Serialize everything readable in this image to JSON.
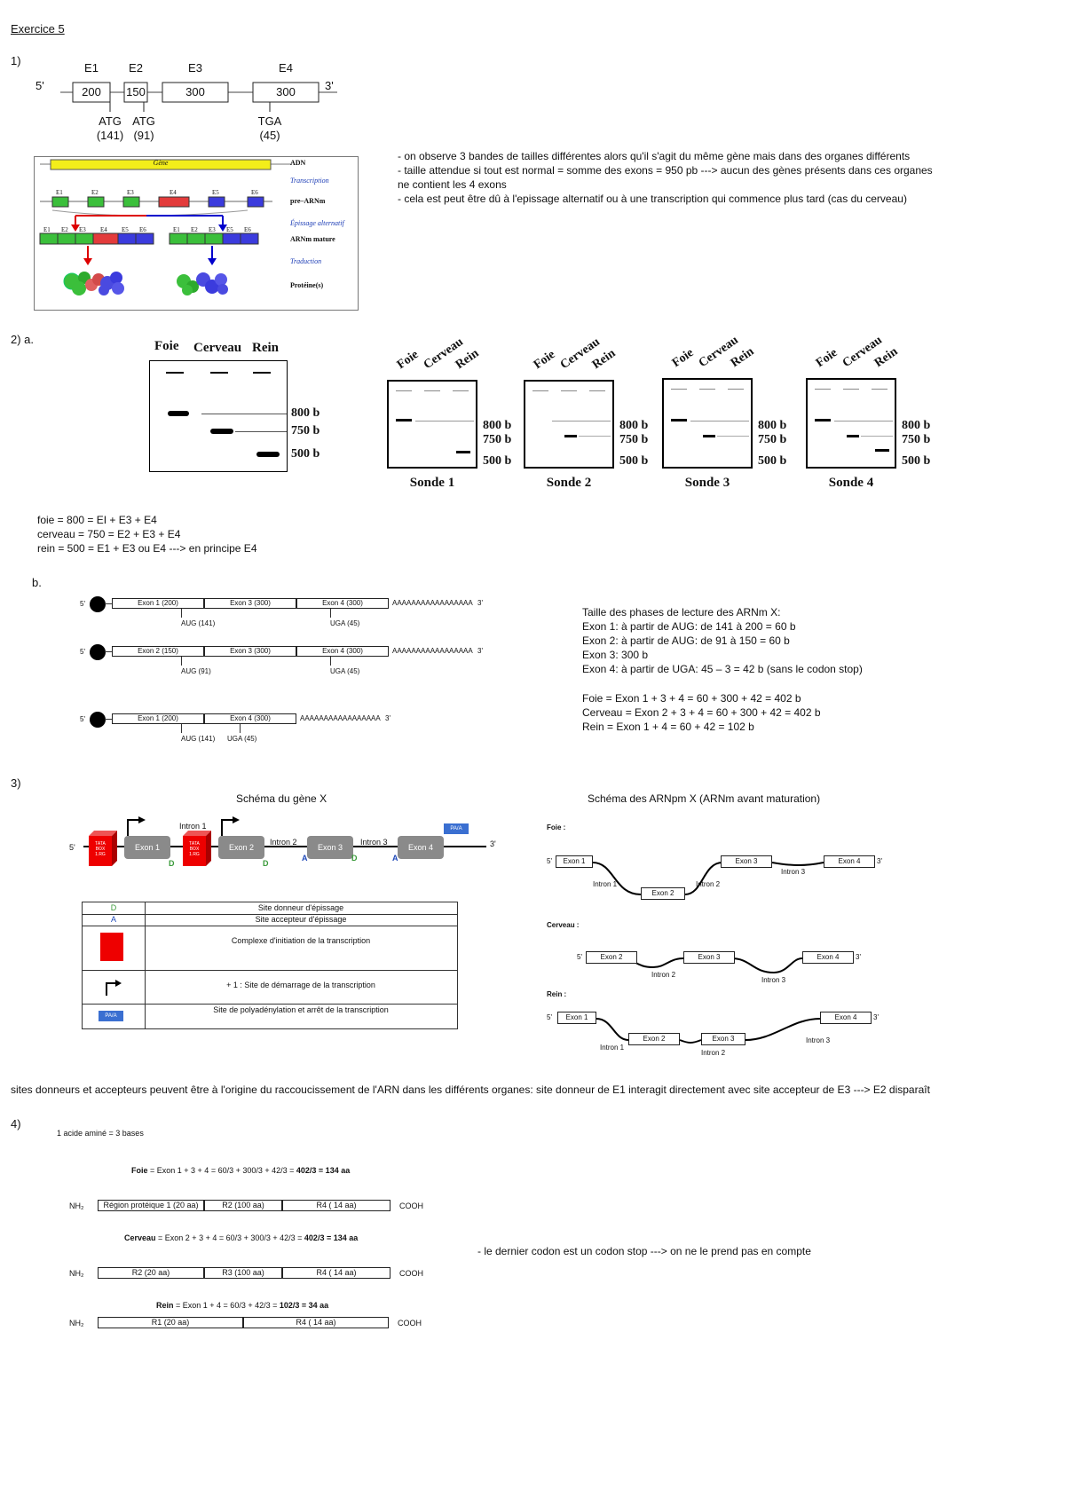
{
  "title": "Exercice 5",
  "q1": {
    "label": "1)",
    "five": "5'",
    "three": "3'",
    "exons": [
      {
        "name": "E1",
        "size": "200"
      },
      {
        "name": "E2",
        "size": "150"
      },
      {
        "name": "E3",
        "size": "300"
      },
      {
        "name": "E4",
        "size": "300"
      }
    ],
    "codons": [
      {
        "name": "ATG",
        "pos": "(141)"
      },
      {
        "name": "ATG",
        "pos": "(91)"
      },
      {
        "name": "TGA",
        "pos": "(45)"
      }
    ],
    "figure": {
      "gene": "Gène",
      "adn": "ADN",
      "transcription": "Transcription",
      "pre_arn": "pre–ARNm",
      "epissage": "Épissage alternatif",
      "arn_mature": "ARNm mature",
      "traduction": "Traduction",
      "proteines": "Protéine(s)",
      "pre_exons": [
        "E1",
        "E2",
        "E3",
        "E4",
        "E5",
        "E6"
      ],
      "mature1": [
        "E1",
        "E2",
        "E3",
        "E4",
        "E5",
        "E6"
      ],
      "mature2": [
        "E1",
        "E2",
        "E3",
        "E5",
        "E6"
      ]
    },
    "notes": [
      "- on observe 3 bandes de tailles différentes alors qu'il s'agit du même gène mais dans des organes différents",
      "- taille attendue si tout est normal = somme des exons = 950 pb ---> aucun des gènes présents dans ces organes",
      "ne contient les 4 exons",
      "- cela est peut être dû à l'epissage alternatif ou à une transcription qui commence plus tard (cas du cerveau)"
    ]
  },
  "q2a": {
    "label": "2) a.",
    "gel": {
      "lanes": [
        "Foie",
        "Cerveau",
        "Rein"
      ],
      "sizes": [
        "800 b",
        "750 b",
        "500 b"
      ]
    },
    "probes": [
      {
        "name": "Sonde 1",
        "lanes": [
          "Foie",
          "Cerveau",
          "Rein"
        ],
        "sizes": [
          "800 b",
          "750 b",
          "500 b"
        ]
      },
      {
        "name": "Sonde 2",
        "lanes": [
          "Foie",
          "Cerveau",
          "Rein"
        ],
        "sizes": [
          "800 b",
          "750 b",
          "500 b"
        ]
      },
      {
        "name": "Sonde 3",
        "lanes": [
          "Foie",
          "Cerveau",
          "Rein"
        ],
        "sizes": [
          "800 b",
          "750 b",
          "500 b"
        ]
      },
      {
        "name": "Sonde 4",
        "lanes": [
          "Foie",
          "Cerveau",
          "Rein"
        ],
        "sizes": [
          "800 b",
          "750 b",
          "500 b"
        ]
      }
    ],
    "notes": [
      "foie = 800 = EI + E3 + E4",
      "cerveau = 750 = E2 + E3 + E4",
      "rein = 500 = E1 +  E3 ou E4 ---> en principe E4"
    ]
  },
  "q2b": {
    "label": "b.",
    "rows": [
      {
        "exons": [
          "Exon 1 (200)",
          "Exon 3 (300)",
          "Exon 4 (300)"
        ],
        "marks": [
          "AUG (141)",
          "UGA (45)"
        ]
      },
      {
        "exons": [
          "Exon 2 (150)",
          "Exon 3 (300)",
          "Exon 4 (300)"
        ],
        "marks": [
          "AUG (91)",
          "UGA (45)"
        ]
      },
      {
        "exons": [
          "Exon 1 (200)",
          "Exon 4 (300)"
        ],
        "marks": [
          "AUG (141)",
          "UGA (45)"
        ]
      }
    ],
    "poly": "AAAAAAAAAAAAAAAAA",
    "five": "5'",
    "three": "3'",
    "notes": [
      "Taille des phases de lecture des ARNm X:",
      "Exon 1: à partir de AUG: de 141 à 200 = 60 b",
      "Exon 2: à partir de AUG: de 91 à 150 = 60 b",
      "Exon 3: 300 b",
      "Exon 4: à partir de UGA: 45 – 3 = 42 b (sans le codon stop)",
      "",
      "Foie = Exon 1 + 3 + 4 = 60 + 300 + 42 = 402 b",
      "Cerveau = Exon 2 + 3 + 4 = 60 + 300 + 42 = 402 b",
      "Rein = Exon 1 + 4 = 60 + 42 = 102 b"
    ]
  },
  "q3": {
    "label": "3)",
    "gene_title": "Schéma du gène X",
    "arn_title": "Schéma des ARNpm X (ARNm avant maturation)",
    "gene": {
      "five": "5'",
      "three": "3'",
      "exons": [
        "Exon 1",
        "Exon 2",
        "Exon 3",
        "Exon 4"
      ],
      "introns": [
        "Intron 1",
        "Intron 2",
        "Intron 3"
      ],
      "d": "D",
      "a": "A",
      "tata": [
        "TATA",
        "BOX",
        "1.RG"
      ],
      "pa": "PA/A"
    },
    "legend": [
      {
        "symbol": "D",
        "text": "Site donneur d'épissage"
      },
      {
        "symbol": "A",
        "text": "Site accepteur d'épissage"
      },
      {
        "symbol": "",
        "text": "Complexe d'initiation de la transcription"
      },
      {
        "symbol": "",
        "text": "+ 1 : Site de démarrage de la transcription"
      },
      {
        "symbol": "PA/A",
        "text": "Site de polyadénylation et arrêt de la transcription"
      }
    ],
    "arn": {
      "foie": "Foie :",
      "cerveau": "Cerveau :",
      "rein": "Rein :",
      "five": "5'",
      "three": "3'",
      "exons": [
        "Exon 1",
        "Exon 2",
        "Exon 3",
        "Exon 4"
      ],
      "introns": [
        "Intron 1",
        "Intron 2",
        "Intron 3"
      ]
    },
    "note": "sites donneurs et accepteurs peuvent être à l'origine du raccoucissement de l'ARN dans les différents organes: site donneur de E1 interagit directement avec site accepteur de E3 ---> E2 disparaît"
  },
  "q4": {
    "label": "4)",
    "rule": "1 acide aminé = 3 bases",
    "foie": {
      "prefix": "Foie",
      "formula": " = Exon 1 + 3 + 4 = 60/3 + 300/3 + 42/3 = ",
      "result": "402/3 = 134 aa"
    },
    "cerveau": {
      "prefix": "Cerveau",
      "formula": " = Exon 2 + 3 + 4 = 60/3 + 300/3 + 42/3 = ",
      "result": "402/3 = 134 aa"
    },
    "rein": {
      "prefix": "Rein",
      "formula": " = Exon 1 + 4 = 60/3 + 42/3 = ",
      "result": "102/3 = 34 aa"
    },
    "nh2": "NH₂",
    "cooh": "COOH",
    "foie_regions": [
      "Région protéique 1 (20 aa)",
      "R2 (100 aa)",
      "R4 ( 14 aa)"
    ],
    "cerveau_regions": [
      "R2 (20 aa)",
      "R3 (100 aa)",
      "R4 ( 14 aa)"
    ],
    "rein_regions": [
      "R1 (20 aa)",
      "R4 ( 14 aa)"
    ],
    "note": "- le dernier codon est un codon stop ---> on ne le prend pas en compte"
  }
}
